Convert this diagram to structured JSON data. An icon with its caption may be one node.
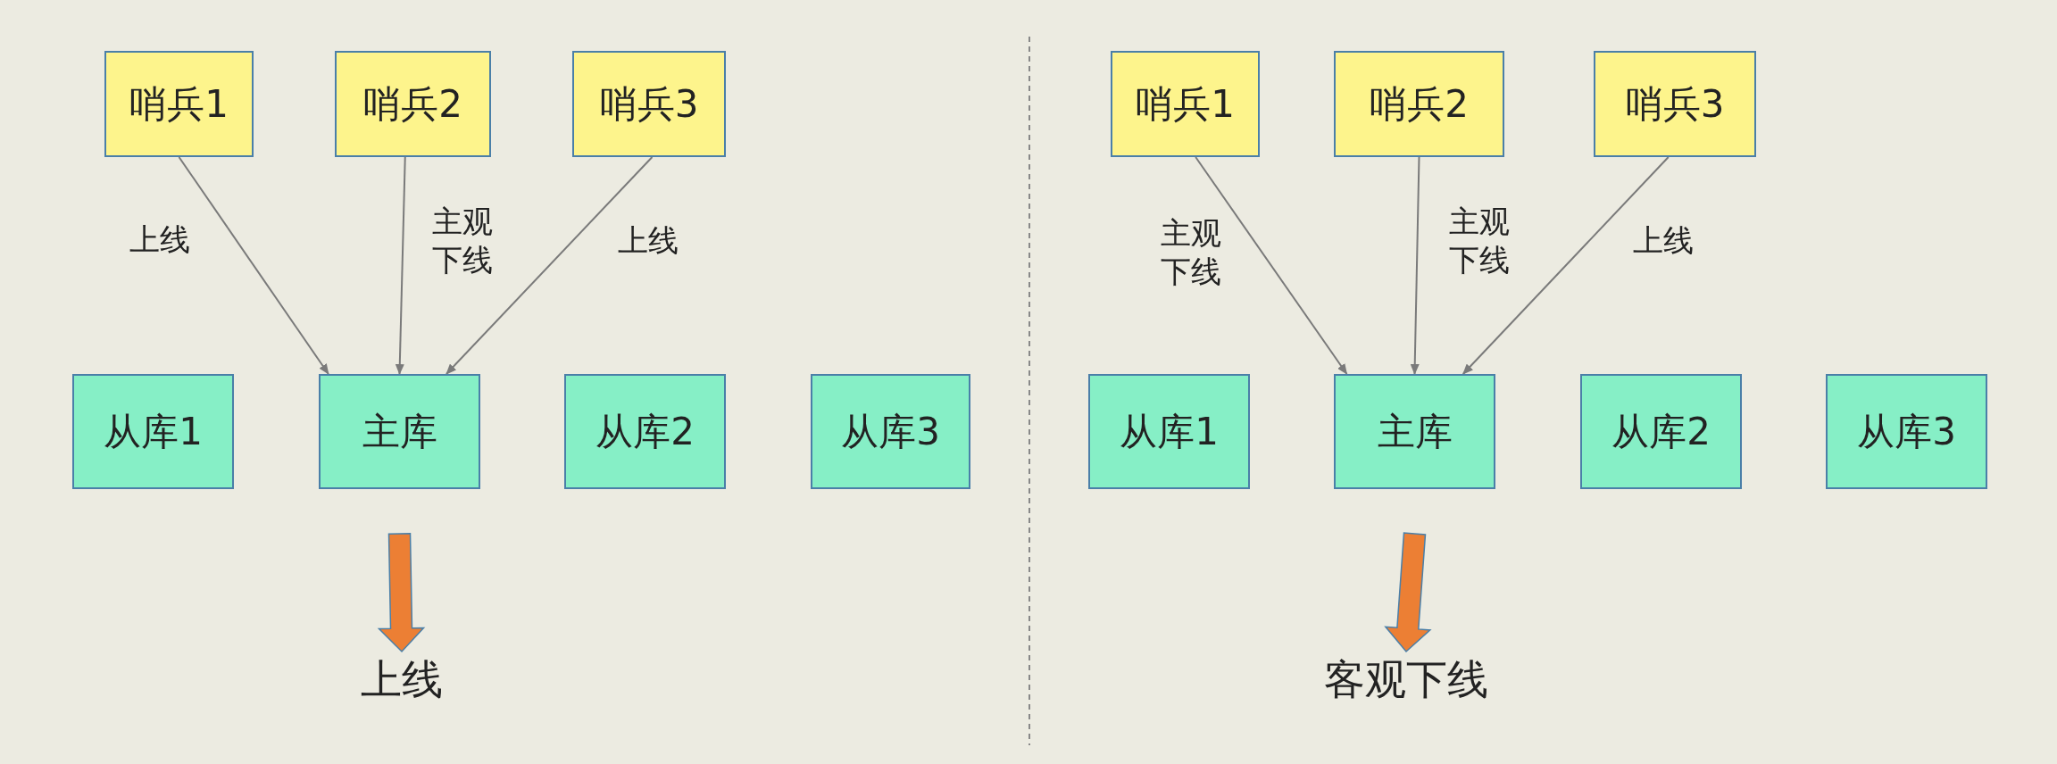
{
  "diagram": {
    "nodes": [
      {
        "text": [
          "哨兵1"
        ]
      },
      {
        "text": [
          "哨兵2"
        ]
      },
      {
        "text": [
          "哨兵3"
        ]
      },
      {
        "text": [
          "从库1"
        ]
      },
      {
        "text": [
          "主库"
        ]
      },
      {
        "text": [
          "从库2"
        ]
      },
      {
        "text": [
          "从库3"
        ]
      },
      {
        "text": [
          "上线"
        ]
      },
      {
        "text": [
          "哨兵1"
        ]
      },
      {
        "text": [
          "哨兵2"
        ]
      },
      {
        "text": [
          "哨兵3"
        ]
      },
      {
        "text": [
          "从库1"
        ]
      },
      {
        "text": [
          "主库"
        ]
      },
      {
        "text": [
          "从库2"
        ]
      },
      {
        "text": [
          "从库3"
        ]
      },
      {
        "text": [
          "客观下线"
        ]
      }
    ],
    "edges": [
      {
        "from": 0,
        "to": 4,
        "arrow": "to",
        "label": "上线"
      },
      {
        "from": 1,
        "to": 4,
        "arrow": "to",
        "label": "主观下线"
      },
      {
        "from": 2,
        "to": 4,
        "arrow": "to",
        "label": "上线"
      },
      {
        "from": 4,
        "to": 7,
        "arrow": "to",
        "style": "thick",
        "color": "#ec7f34"
      },
      {
        "from": 8,
        "to": 12,
        "arrow": "to",
        "label": "主观下线"
      },
      {
        "from": 9,
        "to": 12,
        "arrow": "to",
        "label": "主观下线"
      },
      {
        "from": 10,
        "to": 12,
        "arrow": "to",
        "label": "上线"
      },
      {
        "from": 12,
        "to": 15,
        "arrow": "to",
        "style": "thick",
        "color": "#ec7f34"
      }
    ]
  }
}
